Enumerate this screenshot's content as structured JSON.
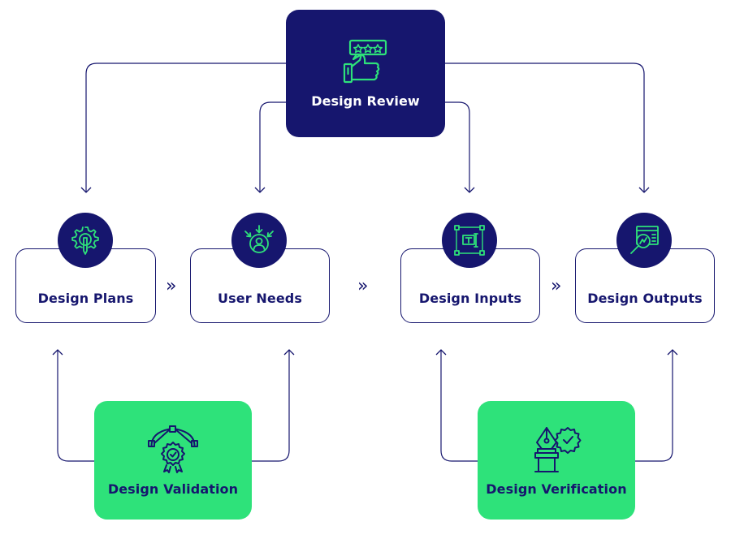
{
  "review": {
    "label": "Design Review"
  },
  "stages": [
    {
      "label": "Design Plans"
    },
    {
      "label": "User Needs"
    },
    {
      "label": "Design Inputs"
    },
    {
      "label": "Design Outputs"
    }
  ],
  "feedback": [
    {
      "label": "Design Validation"
    },
    {
      "label": "Design Verification"
    }
  ],
  "flow_glyph": "»",
  "colors": {
    "navy": "#16166e",
    "green": "#2ee27a",
    "white": "#ffffff"
  },
  "icons": {
    "review": "thumbs-up-rating-icon",
    "plans": "gear-pencil-icon",
    "needs": "user-target-icon",
    "inputs": "text-frame-icon",
    "outputs": "search-report-icon",
    "validation": "award-curve-icon",
    "verification": "pen-nib-check-icon"
  }
}
